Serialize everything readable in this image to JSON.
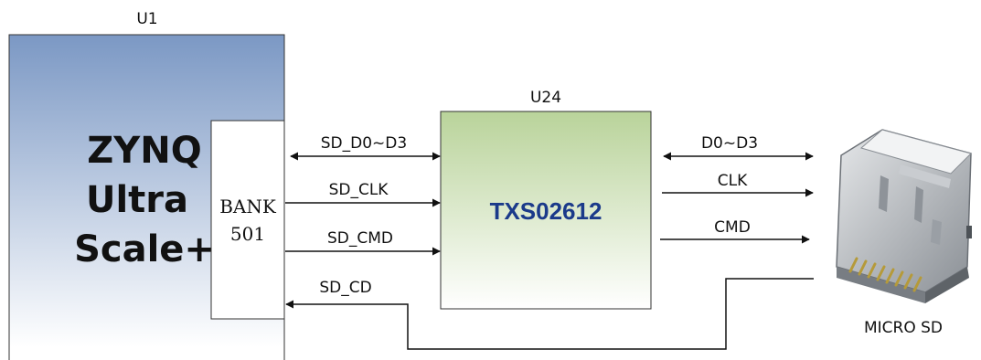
{
  "u1": {
    "ref": "U1",
    "title_lines": [
      "ZYNQ",
      "Ultra",
      "Scale+"
    ],
    "bank_lines": [
      "BANK",
      "501"
    ],
    "gradient": [
      "#7b98c4",
      "#ffffff"
    ]
  },
  "u24": {
    "ref": "U24",
    "part": "TXS02612",
    "part_color": "#1b3a8a",
    "gradient": [
      "#b9d39a",
      "#ffffff"
    ]
  },
  "signals": {
    "host_side": [
      "SD_D0~D3",
      "SD_CLK",
      "SD_CMD",
      "SD_CD"
    ],
    "card_side": [
      "D0~D3",
      "CLK",
      "CMD"
    ]
  },
  "card": {
    "label": "MICRO SD"
  }
}
